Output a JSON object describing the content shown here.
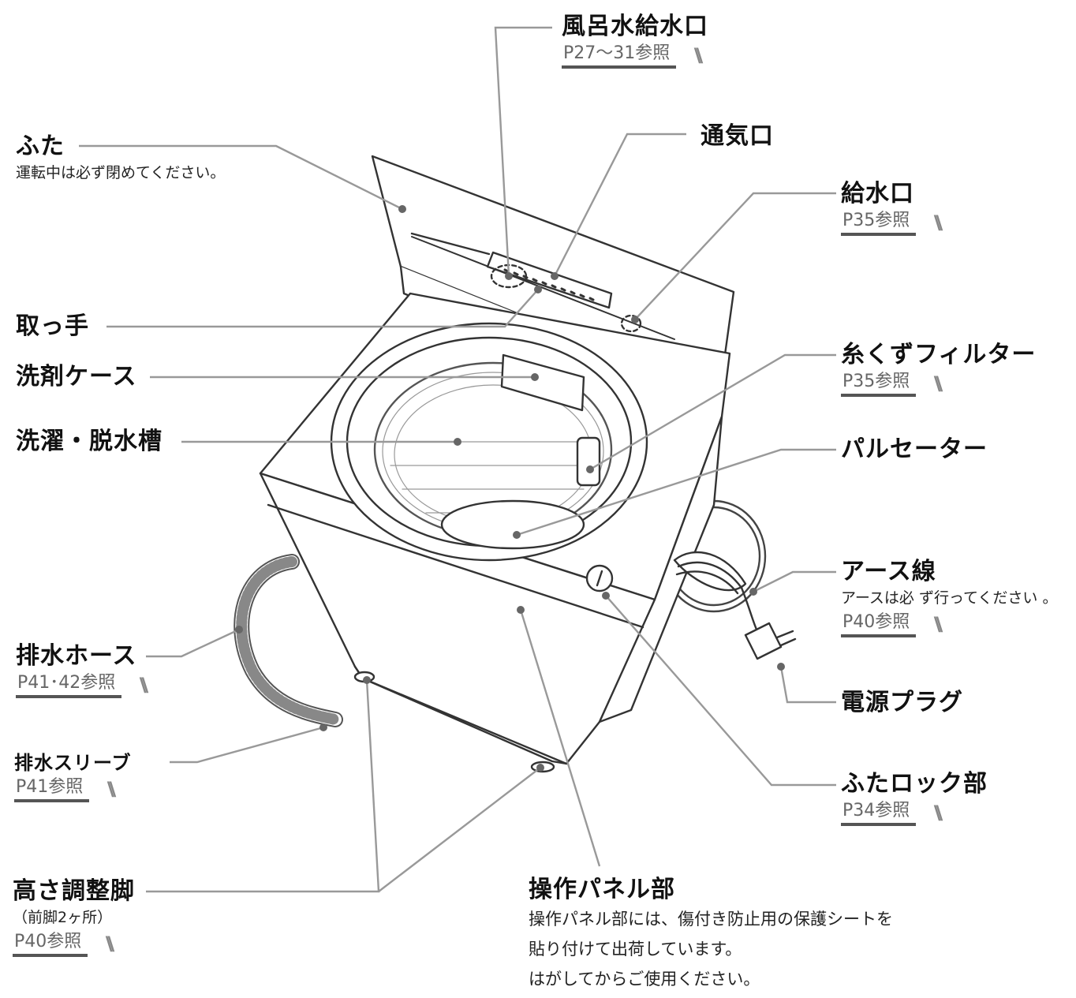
{
  "labels": {
    "furo": {
      "name": "風呂水給水口",
      "ref": "P27〜31参照"
    },
    "tsuki": {
      "name": "通気口"
    },
    "futa": {
      "name": "ふた",
      "note": "運転中は必ず閉めてください。"
    },
    "kyusui": {
      "name": "給水口",
      "ref": "P35参照"
    },
    "totte": {
      "name": "取っ手"
    },
    "senzai": {
      "name": "洗剤ケース"
    },
    "ito": {
      "name": "糸くずフィルター",
      "ref": "P35参照"
    },
    "sentaku": {
      "name": "洗濯・脱水槽"
    },
    "pulsator": {
      "name": "パルセーター"
    },
    "earth": {
      "name": "アース線",
      "note": "アースは必 ず行ってください 。",
      "ref": "P40参照"
    },
    "haisui": {
      "name": "排水ホース",
      "ref": "P41･42参照"
    },
    "plug": {
      "name": "電源プラグ"
    },
    "sleeve": {
      "name": "排水スリーブ",
      "ref": "P41参照"
    },
    "lock": {
      "name": "ふたロック部",
      "ref": "P34参照"
    },
    "ashi": {
      "name": "高さ調整脚",
      "note": "（前脚2ヶ所）",
      "ref": "P40参照"
    },
    "panel": {
      "name": "操作パネル部",
      "note1": "操作パネル部には、傷付き防止用の保護シートを",
      "note2": "貼り付けて出荷しています。",
      "note3": "はがしてからご使用ください。"
    }
  }
}
